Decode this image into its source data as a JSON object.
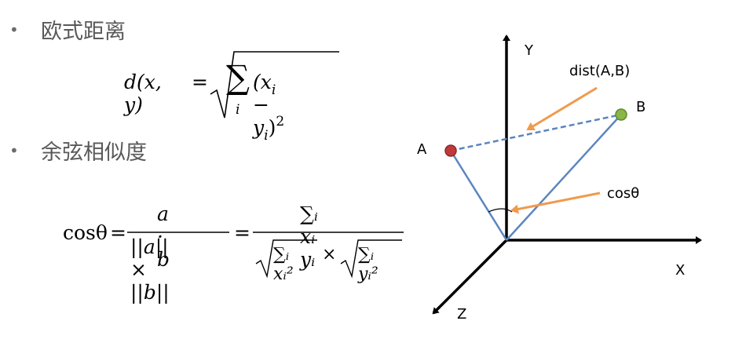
{
  "bullets": [
    {
      "marker": "•",
      "label": "欧式距离"
    },
    {
      "marker": "•",
      "label": "余弦相似度"
    }
  ],
  "formula1": {
    "lhs": "d(x, y)",
    "eq": "=",
    "sum_symbol": "∑",
    "sum_index": "i",
    "body_open": "(x",
    "body_sub1": "i",
    "body_minus": " − y",
    "body_sub2": "i",
    "body_close": ")",
    "power": "2"
  },
  "formula2": {
    "lhs": "cosθ",
    "eq1": "=",
    "frac1_num": "a · b",
    "frac1_den": "||a|| × ||b||",
    "eq2": "=",
    "frac2_num": "∑ᵢ xᵢ yᵢ",
    "frac2_den_left": "∑ᵢ xᵢ²",
    "frac2_times": "×",
    "frac2_den_right": "∑ᵢ yᵢ²"
  },
  "diagram": {
    "axis_y": "Y",
    "axis_x": "X",
    "axis_z": "Z",
    "point_a": "A",
    "point_b": "B",
    "dist_label": "dist(A,B)",
    "angle_label": "cosθ",
    "colors": {
      "axis": "#000000",
      "vector": "#5b86c0",
      "arrow": "#f09a4e",
      "point_a": "#c0393b",
      "point_b": "#8ab547"
    }
  }
}
